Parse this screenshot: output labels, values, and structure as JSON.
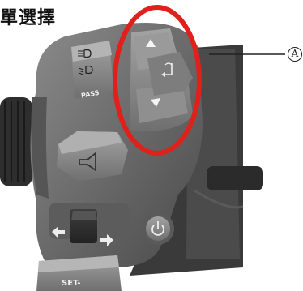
{
  "title": "單選擇",
  "labels": {
    "pass": "PASS",
    "set": "SET-",
    "callout": "A"
  },
  "icons": {
    "up": "triangle-up-icon",
    "down": "triangle-down-icon",
    "back": "return-icon",
    "horn": "horn-icon",
    "left": "arrow-left-icon",
    "right": "arrow-right-icon",
    "headlight_high": "headlight-high-icon",
    "headlight_low": "headlight-low-icon",
    "power": "power-icon"
  },
  "colors": {
    "highlight_ring": "#e0201b",
    "housing": "#6e6e6e",
    "button": "#8a8a8a"
  }
}
